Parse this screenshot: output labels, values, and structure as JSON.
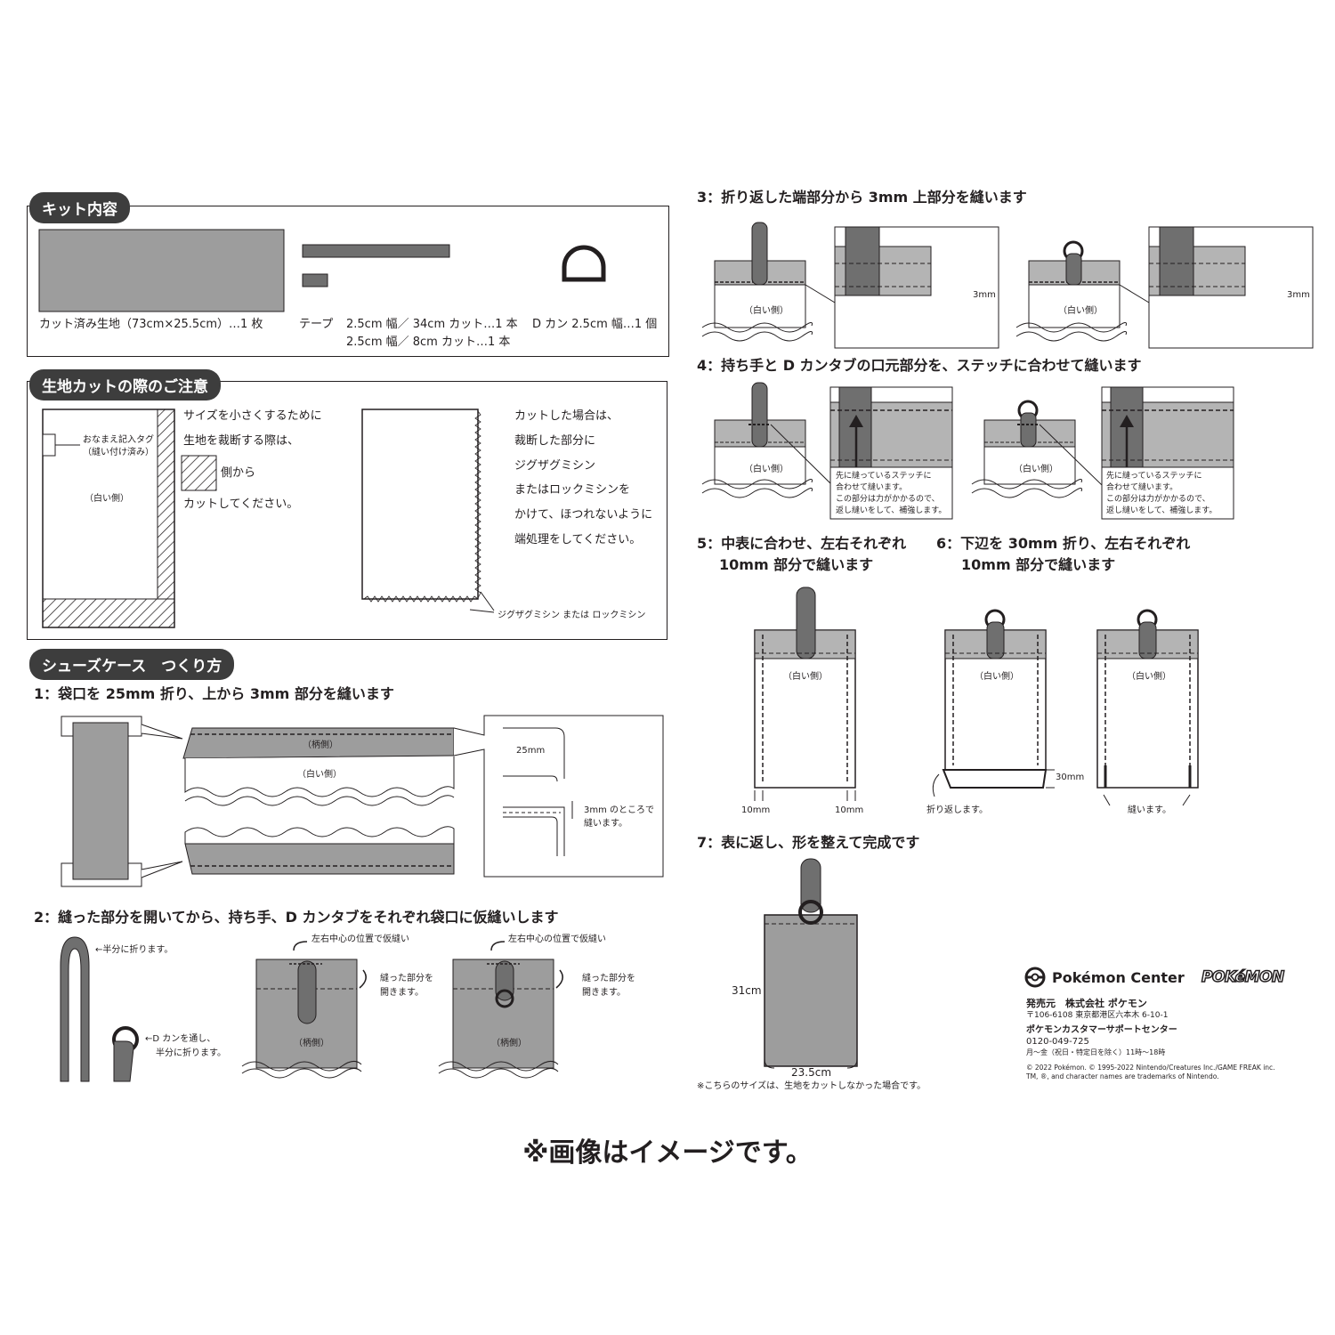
{
  "kit": {
    "heading": "キット内容",
    "fabric_label": "カット済み生地（73cm×25.5cm）…1 枚",
    "tape_prefix": "テープ",
    "tape_line1": "2.5cm 幅／ 34cm カット…1 本",
    "tape_line2": "2.5cm 幅／ 8cm カット…1 本",
    "dring_label": "D カン  2.5cm 幅…1 個"
  },
  "cut": {
    "heading": "生地カットの際のご注意",
    "name_tag_line1": "おなまえ記入タグ",
    "name_tag_line2": "（縫い付け済み）",
    "white_side": "（白い側）",
    "left_text1": "サイズを小さくするために",
    "left_text2": "生地を裁断する際は、",
    "left_text3": "側から",
    "left_text4": "カットしてください。",
    "right_lines": [
      "カットした場合は、",
      "裁断した部分に",
      "ジグザグミシン",
      "またはロックミシンを",
      "かけて、ほつれないように",
      "端処理をしてください。"
    ],
    "zigzag_label": "ジグザグミシン または ロックミシン"
  },
  "howto": {
    "heading": "シューズケース　つくり方",
    "step1": {
      "title": "1：袋口を 25mm 折り、上から 3mm 部分を縫います",
      "pattern_side": "（柄側）",
      "white_side": "（白い側）",
      "dim_25": "25mm",
      "note_line1": "3mm のところで",
      "note_line2": "縫います。"
    },
    "step2": {
      "title": "2：縫った部分を開いてから、持ち手、D カンタブをそれぞれ袋口に仮縫いします",
      "half_fold": "←半分に折ります。",
      "dring_line1": "←D カンを通し、",
      "dring_line2": "半分に折ります。",
      "center_note": "左右中心の位置で仮縫い",
      "open_line1": "縫った部分を",
      "open_line2": "開きます。",
      "pattern_side": "（柄側）"
    },
    "step3": {
      "title": "3：折り返した端部分から 3mm 上部分を縫います",
      "white_side": "（白い側）",
      "dim": "3mm"
    },
    "step4": {
      "title": "4：持ち手と D カンタブの口元部分を、ステッチに合わせて縫います",
      "white_side": "（白い側）",
      "note_lines": [
        "先に縫っているステッチに",
        "合わせて縫います。",
        "この部分は力がかかるので、",
        "返し縫いをして、補強します。"
      ]
    },
    "step5": {
      "title_line1": "5：中表に合わせ、左右それぞれ",
      "title_line2": "10mm 部分で縫います",
      "white_side": "（白い側）",
      "dim": "10mm"
    },
    "step6": {
      "title_line1": "6：下辺を 30mm 折り、左右それぞれ",
      "title_line2": "10mm 部分で縫います",
      "white_side": "（白い側）",
      "dim": "30mm",
      "fold_note": "折り返します。",
      "sew_note": "縫います。"
    },
    "step7": {
      "title": "7：表に返し、形を整えて完成です",
      "height": "31cm",
      "width": "23.5cm",
      "size_note": "※こちらのサイズは、生地をカットしなかった場合です。"
    }
  },
  "publisher": {
    "brand": "Pokémon Center",
    "logo_word": "POKéMON",
    "line1": "発売元　株式会社 ポケモン",
    "line2": "〒106-6108  東京都港区六本木 6-10-1",
    "line3": "ポケモンカスタマーサポートセンター",
    "line4": "0120-049-725",
    "line5": "月〜金（祝日・特定日を除く）11時〜18時",
    "copyright1": "© 2022 Pokémon. © 1995-2022 Nintendo/Creatures Inc./GAME FREAK inc.",
    "copyright2": "TM, ®, and character names are trademarks of Nintendo."
  },
  "footer_note": "※画像はイメージです。",
  "colors": {
    "fabric_gray": "#9d9d9d",
    "tape_gray": "#6f6f6f",
    "ink": "#231f20",
    "pill_bg": "#3d3d3d",
    "light_band": "#b4b4b4"
  }
}
